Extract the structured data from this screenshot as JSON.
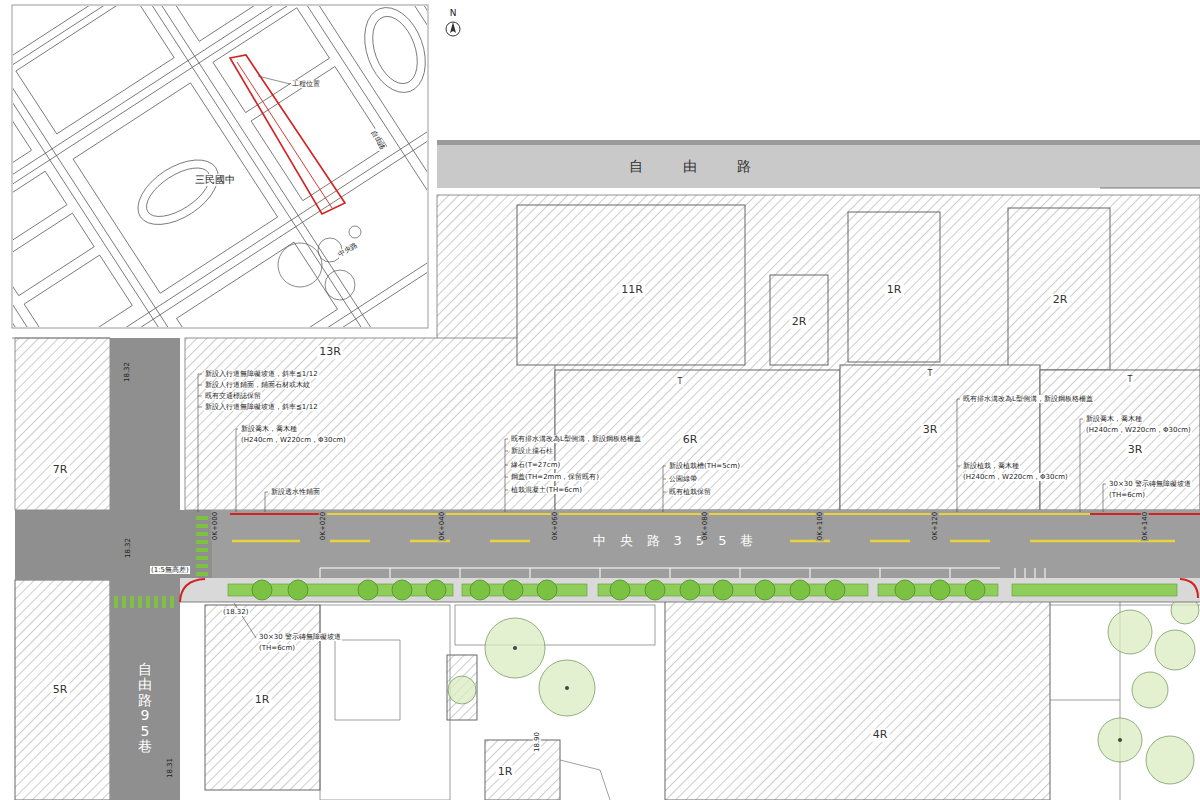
{
  "diagram": {
    "nodes": [
      {
        "text": [
          "自由路"
        ]
      },
      {
        "text": [
          "11R"
        ]
      },
      {
        "text": [
          "2R"
        ]
      },
      {
        "text": [
          "1R"
        ]
      },
      {
        "text": [
          "2R"
        ]
      },
      {
        "text": [
          "13R"
        ]
      },
      {
        "text": [
          "7R"
        ]
      },
      {
        "text": [
          "6R"
        ]
      },
      {
        "text": [
          "3R"
        ]
      },
      {
        "text": [
          "3R"
        ]
      },
      {
        "text": [
          "中央路355巷"
        ]
      },
      {
        "text": [
          "自由路95巷"
        ]
      },
      {
        "text": [
          "5R"
        ]
      },
      {
        "text": [
          "1R"
        ]
      },
      {
        "text": [
          "1R"
        ]
      },
      {
        "text": [
          "4R"
        ]
      }
    ],
    "labels": [
      "三民國中",
      "工程位置",
      "自由路",
      "中央路",
      "N",
      "0K+000",
      "0K+020",
      "0K+040",
      "0K+060",
      "0K+080",
      "0K+100",
      "0K+120",
      "0K+140",
      "18.32",
      "18.32",
      "(18.32)",
      "18.31",
      "18.90",
      "新設入行道無障礙坡道，斜率≦1/12",
      "新設人行道鋪面，鋪面石材或木紋",
      "既有交通標誌保留",
      "新設入行道無障礙坡道，斜率≦1/12",
      "新設喬木，喬木種",
      "(H240cm，W220cm，Φ30cm)",
      "新設透水性鋪面",
      "30×30 警示磚無障礙坡道",
      "(TH=6cm)",
      "既有排水溝改為L型側溝，新設鋼板格柵蓋",
      "新設止擋石柱",
      "緣石(T=27cm)",
      "鋼蓋(TH=2mm，保留既有)",
      "植栽混凝土(TH=6cm)",
      "新設植栽槽(TH=5cm)",
      "公園綠帶",
      "既有植栽保留",
      "既有排水溝改為L型側溝，新設鋼板格柵蓋",
      "新設植栽，喬木種",
      "(H240cm，W220cm，Φ30cm)",
      "新設喬木，喬木種",
      "(H240cm，W220cm，Φ30cm)",
      "30×30 警示磚無障礙坡道",
      "(TH=6cm)",
      "T",
      "T",
      "T",
      "(1:5無高差)"
    ]
  }
}
